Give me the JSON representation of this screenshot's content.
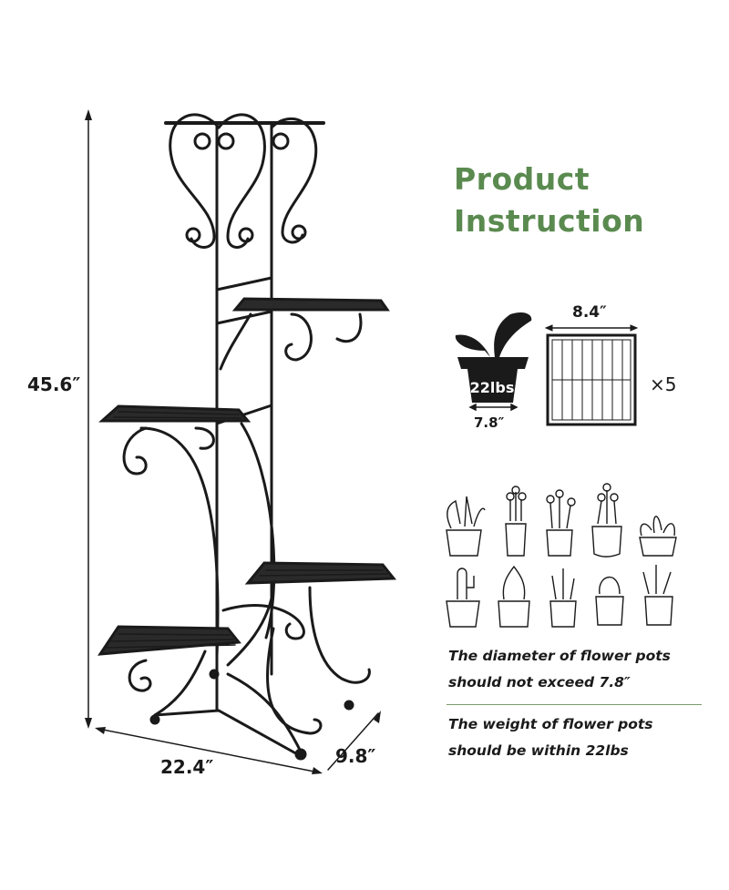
{
  "title": {
    "line1": "Product",
    "line2": "Instruction"
  },
  "dimensions": {
    "height": "45.6″",
    "width": "22.4″",
    "depth": "9.8″",
    "shelf_size": "8.4″",
    "pot_diameter": "7.8″",
    "shelf_count": "×5"
  },
  "pot_weight_label": "22lbs",
  "notes": {
    "diameter_line1": "The diameter of flower pots",
    "diameter_line2": "should not exceed 7.8″",
    "weight_line1": "The weight of flower pots",
    "weight_line2": "should be within 22lbs"
  },
  "colors": {
    "accent": "#5a8a4f",
    "metal": "#1a1a1a",
    "divider": "#7a9a6a"
  },
  "icons": [
    "plant-pot-icon",
    "shelf-grid-icon",
    "succulent-illustrations"
  ]
}
